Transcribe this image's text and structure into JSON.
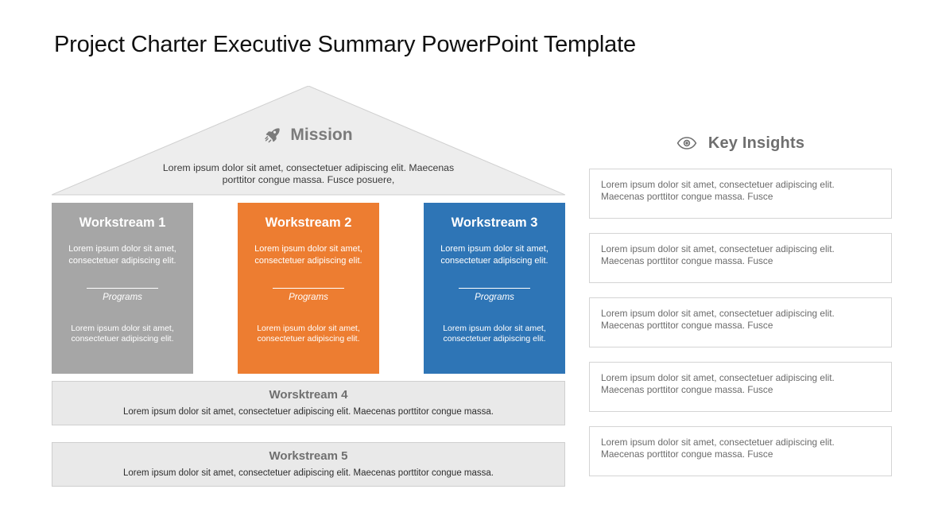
{
  "page": {
    "title": "Project Charter Executive Summary PowerPoint Template"
  },
  "colors": {
    "workstream_1": "#A6A6A6",
    "workstream_2": "#ED7D31",
    "workstream_3": "#2E75B6",
    "roof": "#EDEDED",
    "bar": "#E9E9E9",
    "heading_gray": "#6F6F6F"
  },
  "roof": {
    "icon": "rocket-icon",
    "title": "Mission",
    "description": "Lorem ipsum dolor sit amet, consectetuer adipiscing elit. Maecenas porttitor congue massa. Fusce posuere,"
  },
  "workstream_columns": [
    {
      "title": "Workstream 1",
      "body_top": "Lorem ipsum dolor sit amet, consectetuer adipiscing elit.",
      "divider_label": "Programs",
      "body_bottom": "Lorem ipsum dolor sit amet, consectetuer adipiscing elit.",
      "color": "#A6A6A6"
    },
    {
      "title": "Workstream 2",
      "body_top": "Lorem ipsum dolor sit amet, consectetuer adipiscing elit.",
      "divider_label": "Programs",
      "body_bottom": "Lorem ipsum dolor sit amet, consectetuer adipiscing elit.",
      "color": "#ED7D31"
    },
    {
      "title": "Workstream 3",
      "body_top": "Lorem ipsum dolor sit amet, consectetuer adipiscing elit.",
      "divider_label": "Programs",
      "body_bottom": "Lorem ipsum dolor sit amet, consectetuer adipiscing elit.",
      "color": "#2E75B6"
    }
  ],
  "workstream_bars": [
    {
      "title": "Worsktream 4",
      "description": "Lorem ipsum dolor sit amet, consectetuer adipiscing elit. Maecenas porttitor congue massa."
    },
    {
      "title": "Workstream 5",
      "description": "Lorem ipsum dolor sit amet, consectetuer adipiscing elit. Maecenas porttitor congue massa."
    }
  ],
  "insights": {
    "icon": "eye-icon",
    "title": "Key Insights",
    "items": [
      {
        "text": "Lorem ipsum dolor sit amet, consectetuer adipiscing elit. Maecenas porttitor congue massa. Fusce"
      },
      {
        "text": "Lorem ipsum dolor sit amet, consectetuer adipiscing elit. Maecenas porttitor congue massa. Fusce"
      },
      {
        "text": "Lorem ipsum dolor sit amet, consectetuer adipiscing elit. Maecenas porttitor congue massa. Fusce"
      },
      {
        "text": "Lorem ipsum dolor sit amet, consectetuer adipiscing elit. Maecenas porttitor congue massa. Fusce"
      },
      {
        "text": "Lorem ipsum dolor sit amet, consectetuer adipiscing elit. Maecenas porttitor congue massa. Fusce"
      }
    ]
  }
}
